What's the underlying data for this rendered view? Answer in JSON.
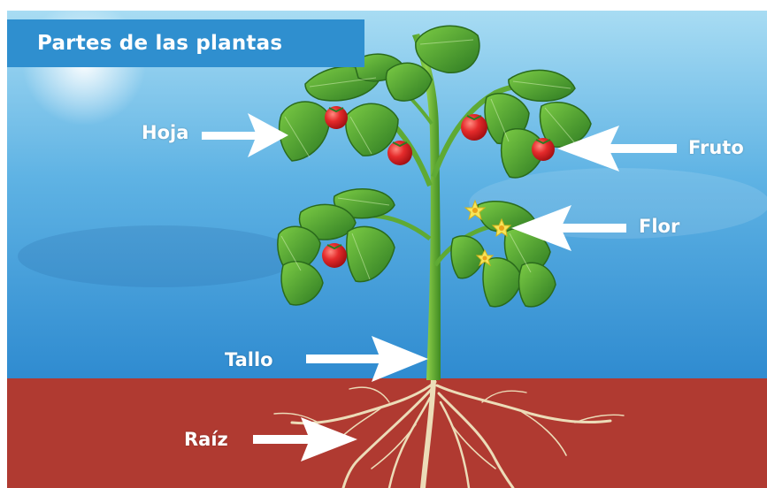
{
  "title": "Partes de las plantas",
  "labels": {
    "hoja": "Hoja",
    "fruto": "Fruto",
    "flor": "Flor",
    "tallo": "Tallo",
    "raiz": "Raíz"
  },
  "colors": {
    "sky_top": "#8fd3f0",
    "sky_bottom": "#2f8bd0",
    "soil": "#b03a31",
    "title_bar": "#2f8fcf",
    "leaf": "#3f9a2e",
    "stem": "#6fbf3a",
    "fruit": "#e22a2a",
    "flower": "#f4e04a",
    "root": "#e9d9b6",
    "arrow": "#ffffff"
  }
}
